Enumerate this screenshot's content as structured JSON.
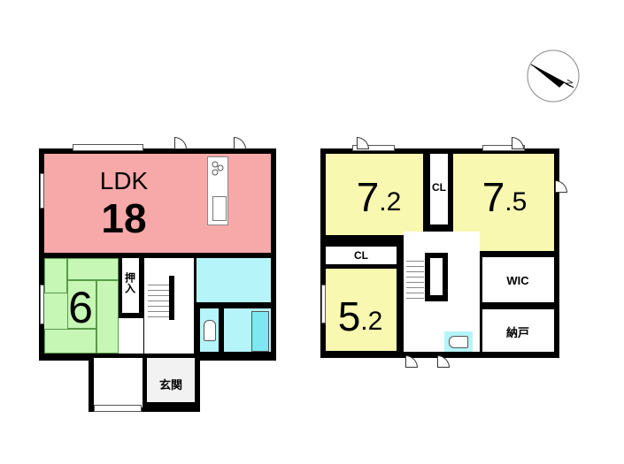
{
  "compass": {
    "label": "N"
  },
  "floor1": {
    "ldk": {
      "name": "LDK",
      "size": "18"
    },
    "japanese_room": {
      "size": "6"
    },
    "closet": {
      "label": "押入"
    },
    "entrance": {
      "label": "玄関"
    }
  },
  "floor2": {
    "room_a": {
      "whole": "7",
      "dec": ".2"
    },
    "room_b": {
      "whole": "7",
      "dec": ".5"
    },
    "room_c": {
      "whole": "5",
      "dec": ".2"
    },
    "closet_a": {
      "label": "CL"
    },
    "closet_b": {
      "label": "CL"
    },
    "wic": {
      "label": "WIC"
    },
    "storage": {
      "label": "納戸"
    }
  },
  "colors": {
    "ldk": "#f7a8a8",
    "japanese": "#c6f7b5",
    "wet": "#b5f5fa",
    "bedroom": "#f8f8b0"
  }
}
